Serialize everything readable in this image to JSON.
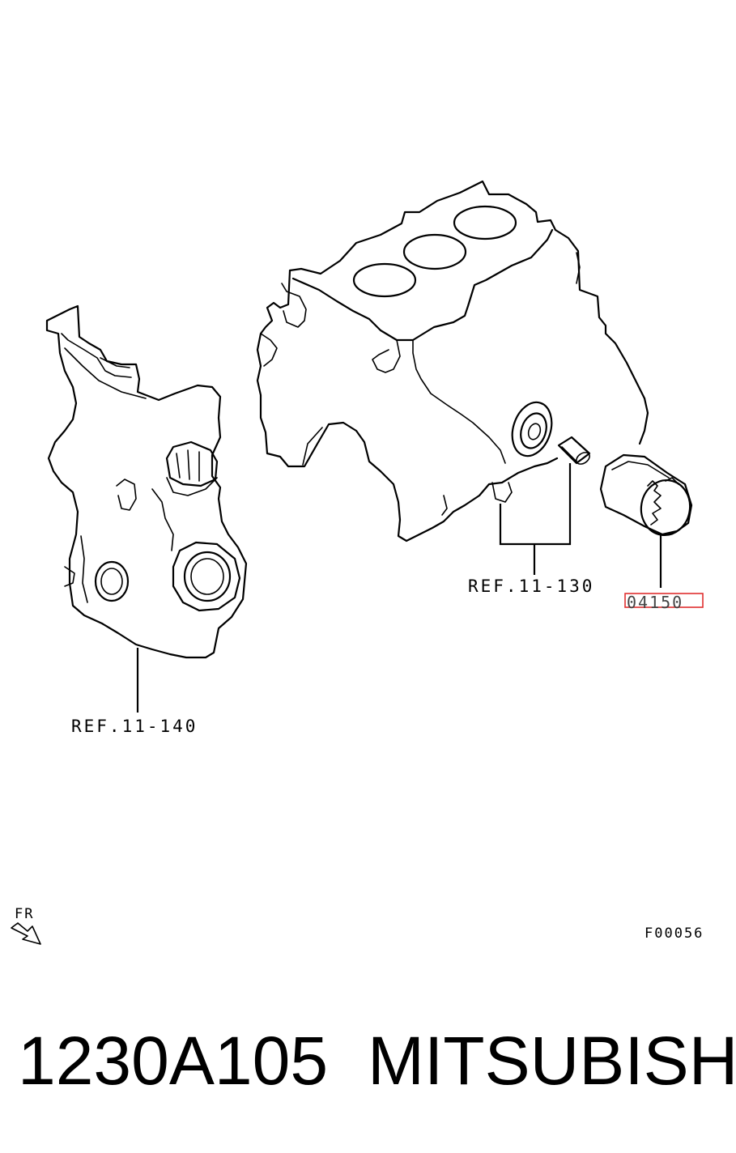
{
  "labels": {
    "ref_1": "REF.11-130",
    "ref_2": "REF.11-140",
    "callout": "04150",
    "front": "FR",
    "figure_code": "F00056"
  },
  "footer": {
    "part_number": "1230A105",
    "brand": "MITSUBISHI"
  },
  "colors": {
    "line": "#000000",
    "callout_box": "#e03030",
    "background": "#ffffff"
  },
  "icons": {
    "front_arrow": "front-direction-arrow-icon"
  }
}
